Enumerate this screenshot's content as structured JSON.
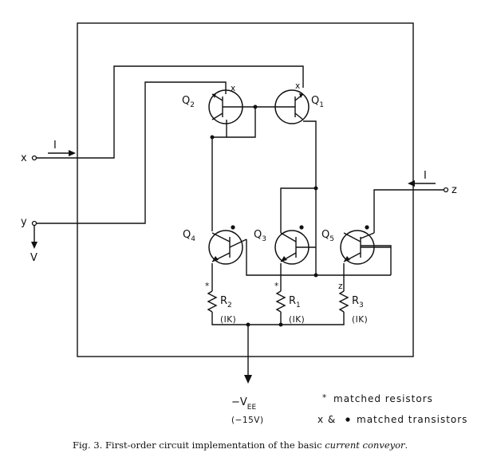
{
  "labels": {
    "x": "x",
    "y": "y",
    "z": "z",
    "current_in": "I",
    "current_out": "I",
    "voltage": "V"
  },
  "transistors": {
    "q1": {
      "letter": "Q",
      "sub": "1",
      "mark": "x"
    },
    "q2": {
      "letter": "Q",
      "sub": "2",
      "mark": "x"
    },
    "q3": {
      "letter": "Q",
      "sub": "3"
    },
    "q4": {
      "letter": "Q",
      "sub": "4"
    },
    "q5": {
      "letter": "Q",
      "sub": "5"
    }
  },
  "resistors": {
    "r1": {
      "letter": "R",
      "sub": "1",
      "value": "(IK)",
      "mark": "*"
    },
    "r2": {
      "letter": "R",
      "sub": "2",
      "value": "(IK)",
      "mark": "*"
    },
    "r3": {
      "letter": "R",
      "sub": "3",
      "value": "(IK)",
      "mark": "z"
    }
  },
  "supply": {
    "prefix": "−V",
    "sub": "EE",
    "value": "(−15V)"
  },
  "legend": {
    "resistors": "matched resistors",
    "transistors_prefix": "x &",
    "transistors": "matched transistors"
  },
  "caption": {
    "prefix": "Fig. 3.   First-order circuit implementation of the basic ",
    "italic": "current conveyor",
    "suffix": "."
  }
}
